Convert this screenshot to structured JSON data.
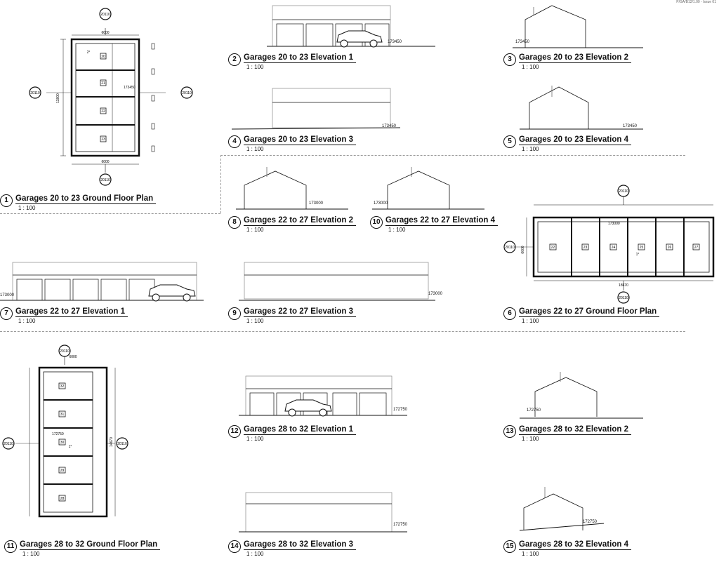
{
  "sheet": {
    "corner_note": "P/GA/B12/1.00 - Issue 01",
    "views": [
      {
        "num": "1",
        "title": "Garages 20 to 23 Ground Floor Plan",
        "scale": "1 : 100"
      },
      {
        "num": "2",
        "title": "Garages 20 to 23 Elevation 1",
        "scale": "1 : 100",
        "level": "173450"
      },
      {
        "num": "3",
        "title": "Garages 20 to 23 Elevation 2",
        "scale": "1 : 100",
        "level": "173450"
      },
      {
        "num": "4",
        "title": "Garages 20 to 23 Elevation 3",
        "scale": "1 : 100",
        "level": "173450"
      },
      {
        "num": "5",
        "title": "Garages 20 to 23 Elevation 4",
        "scale": "1 : 100",
        "level": "173450"
      },
      {
        "num": "6",
        "title": "Garages 22 to 27 Ground Floor Plan",
        "scale": "1 : 100"
      },
      {
        "num": "7",
        "title": "Garages 22 to 27 Elevation 1",
        "scale": "1 : 100",
        "level": "173000"
      },
      {
        "num": "8",
        "title": "Garages 22 to 27 Elevation 2",
        "scale": "1 : 100",
        "level": "173000"
      },
      {
        "num": "9",
        "title": "Garages 22 to 27 Elevation 3",
        "scale": "1 : 100",
        "level": "173000"
      },
      {
        "num": "10",
        "title": "Garages 22 to 27 Elevation 4",
        "scale": "1 : 100",
        "level": "173000"
      },
      {
        "num": "11",
        "title": "Garages 28 to 32 Ground Floor Plan",
        "scale": "1 : 100"
      },
      {
        "num": "12",
        "title": "Garages 28 to 32 Elevation 1",
        "scale": "1 : 100",
        "level": "172750"
      },
      {
        "num": "13",
        "title": "Garages 28 to 32 Elevation 2",
        "scale": "1 : 100",
        "level": "172750"
      },
      {
        "num": "14",
        "title": "Garages 28 to 32 Elevation 3",
        "scale": "1 : 100",
        "level": "172750"
      },
      {
        "num": "15",
        "title": "Garages 28 to 32 Elevation 4",
        "scale": "1 : 100",
        "level": "172750"
      }
    ],
    "plans": {
      "plan1": {
        "section_ref": "20110",
        "garages": [
          "20",
          "21",
          "22",
          "23"
        ],
        "level": "173450",
        "dim_overall_width": "6000",
        "dim_overall_depth": "11800",
        "fall_note": "2°"
      },
      "plan6": {
        "section_ref": "20110",
        "garages": [
          "22",
          "23",
          "24",
          "25",
          "26",
          "27"
        ],
        "level": "173000",
        "dim_overall_width": "18670",
        "dim_overall_depth": "6000",
        "fall_note": "1°"
      },
      "plan11": {
        "section_ref": "20110",
        "garages": [
          "32",
          "31",
          "30",
          "29",
          "28"
        ],
        "level": "172750",
        "dim_overall_width": "6000",
        "dim_overall_depth": "14670",
        "fall_note": "1°"
      }
    }
  }
}
